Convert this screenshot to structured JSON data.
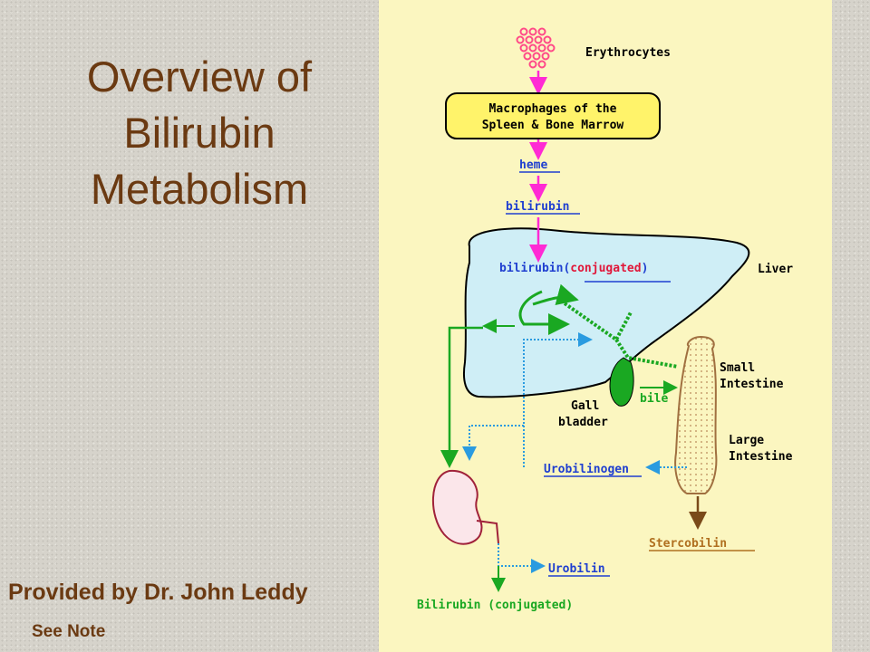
{
  "slide": {
    "title_line1": "Overview of",
    "title_line2": "Bilirubin",
    "title_line3": "Metabolism",
    "credit": "Provided by Dr. John Leddy",
    "note": "See Note"
  },
  "diagram": {
    "erythrocytes": "Erythrocytes",
    "macrophages_line1": "Macrophages of the",
    "macrophages_line2": "Spleen & Bone Marrow",
    "heme": "heme",
    "bilirubin": "bilirubin",
    "bilirubin_liver": "bilirubin(",
    "conjugated": "conjugated",
    "close_paren": ")",
    "liver": "Liver",
    "small_intestine_line1": "Small",
    "small_intestine_line2": "Intestine",
    "large_intestine_line1": "Large",
    "large_intestine_line2": "Intestine",
    "gall_bladder_line1": "Gall",
    "gall_bladder_line2": "bladder",
    "bile": "bile",
    "urobilinogen": "Urobilinogen",
    "stercobilin": "Stercobilin",
    "urobilin": "Urobilin",
    "bilirubin_conjugated_urine": "Bilirubin (conjugated)"
  },
  "colors": {
    "title": "#6b3a12",
    "panel": "#fbf6c0",
    "magenta_arrow": "#ff2ad4",
    "blue_label": "#1f3fd0",
    "green_path": "#1aa822",
    "liver_fill": "#cfeef6",
    "macrophage_box": "#fff36a",
    "stercobilin": "#b07020"
  }
}
